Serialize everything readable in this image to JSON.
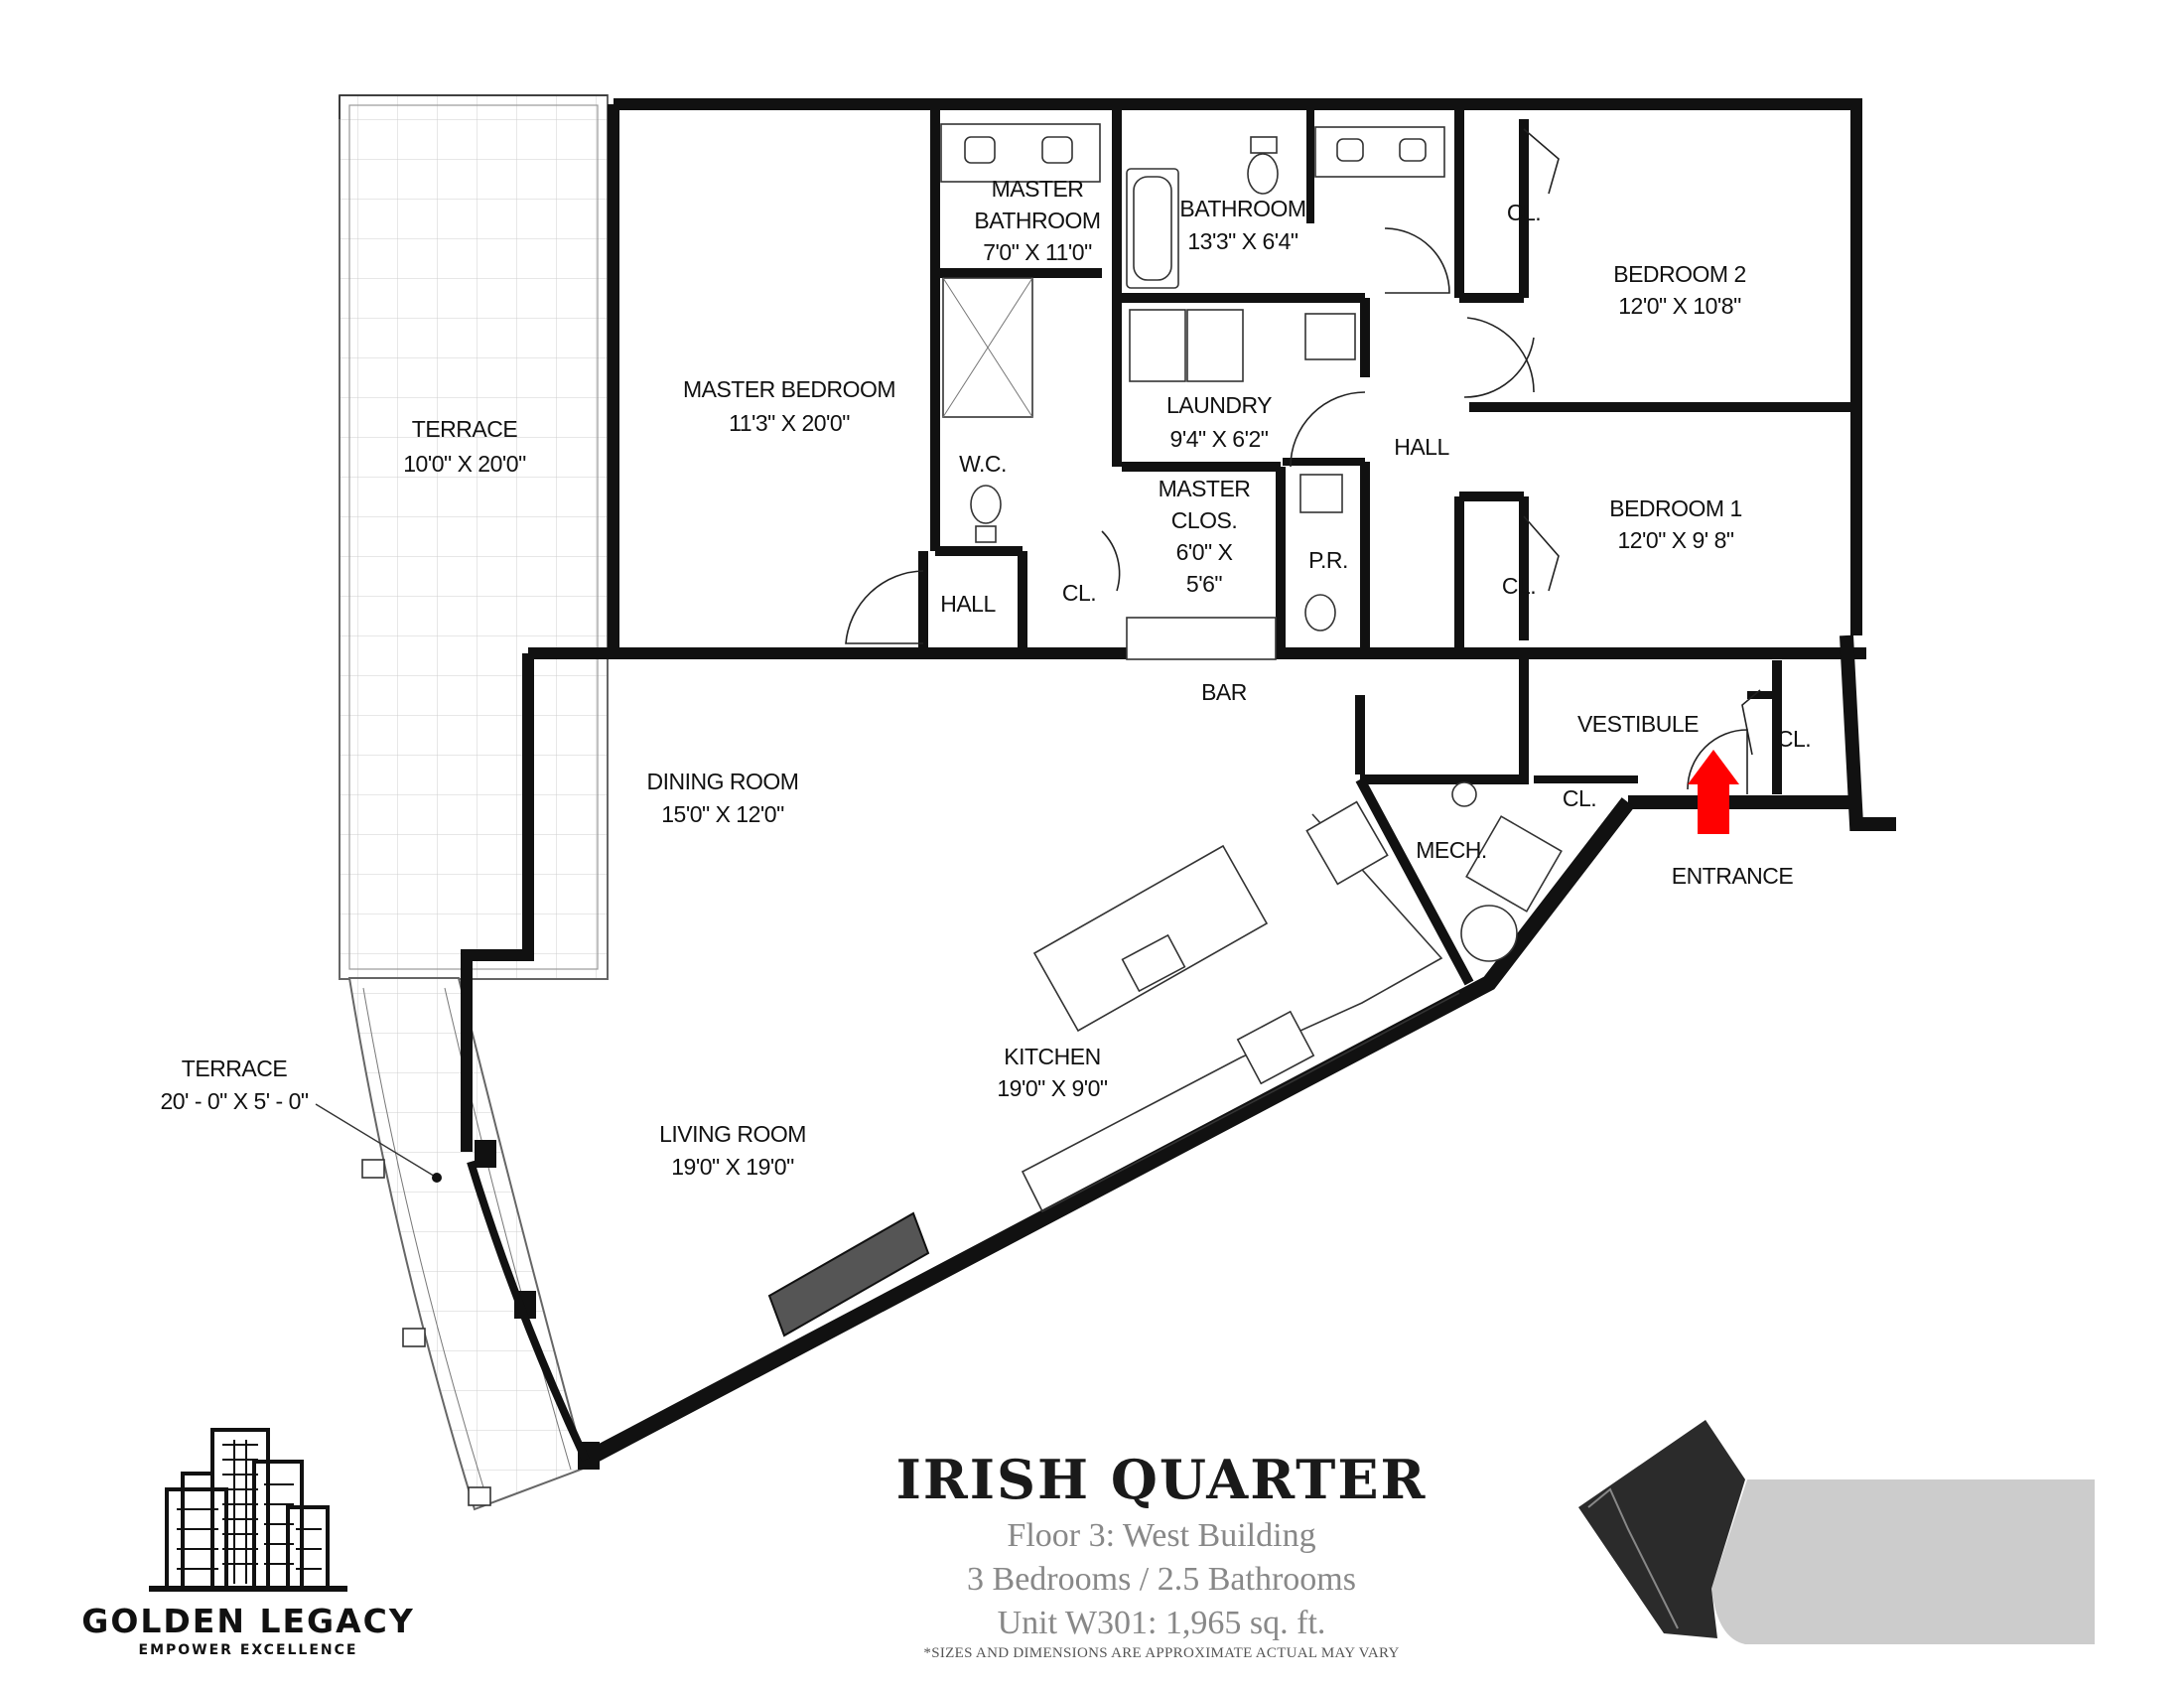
{
  "rooms": {
    "terrace_main": {
      "name": "TERRACE",
      "size": "10'0\" X 20'0\""
    },
    "terrace_curved": {
      "name": "TERRACE",
      "size": "20' - 0\" X 5' - 0\""
    },
    "master_bedroom": {
      "name": "MASTER BEDROOM",
      "size": "11'3\" X 20'0\""
    },
    "master_bathroom": {
      "name1": "MASTER",
      "name2": "BATHROOM",
      "size": "7'0\" X 11'0\""
    },
    "bathroom": {
      "name": "BATHROOM",
      "size": "13'3\" X 6'4\""
    },
    "laundry": {
      "name": "LAUNDRY",
      "size": "9'4\" X 6'2\""
    },
    "master_closet": {
      "line1": "MASTER",
      "line2": "CLOS.",
      "line3": "6'0\" X",
      "line4": "5'6\""
    },
    "wc": {
      "name": "W.C."
    },
    "hall_small": {
      "name": "HALL"
    },
    "cl_small": {
      "name": "CL."
    },
    "pr": {
      "name": "P.R."
    },
    "hall": {
      "name": "HALL"
    },
    "bedroom2": {
      "name": "BEDROOM 2",
      "size": "12'0\" X 10'8\""
    },
    "cl_bed2": {
      "name": "CL."
    },
    "bedroom1": {
      "name": "BEDROOM 1",
      "size": "12'0\" X 9' 8\""
    },
    "cl_bed1": {
      "name": "CL."
    },
    "bar": {
      "name": "BAR"
    },
    "vestibule": {
      "name": "VESTIBULE"
    },
    "cl_vest1": {
      "name": "CL."
    },
    "cl_vest2": {
      "name": "CL."
    },
    "entrance": {
      "name": "ENTRANCE"
    },
    "dining_room": {
      "name": "DINING ROOM",
      "size": "15'0\" X 12'0\""
    },
    "mech": {
      "name": "MECH."
    },
    "kitchen": {
      "name": "KITCHEN",
      "size": "19'0\" X 9'0\""
    },
    "living_room": {
      "name": "LIVING ROOM",
      "size": "19'0\" X 19'0\""
    }
  },
  "footer": {
    "title": "IRISH QUARTER",
    "floor": "Floor 3: West Building",
    "bedrooms": "3 Bedrooms / 2.5 Bathrooms",
    "unit": "Unit W301: 1,965 sq. ft.",
    "disclaimer": "*SIZES AND DIMENSIONS ARE APPROXIMATE ACTUAL MAY VARY"
  },
  "logo": {
    "name": "GOLDEN LEGACY",
    "tagline": "EMPOWER EXCELLENCE"
  },
  "colors": {
    "wall": "#111111",
    "terrace_grid": "#bfbfbf",
    "entrance_arrow": "#ff0000",
    "site_building": "#2b2b2b",
    "site_ground": "#cccccc",
    "subtitle_text": "#888888"
  }
}
